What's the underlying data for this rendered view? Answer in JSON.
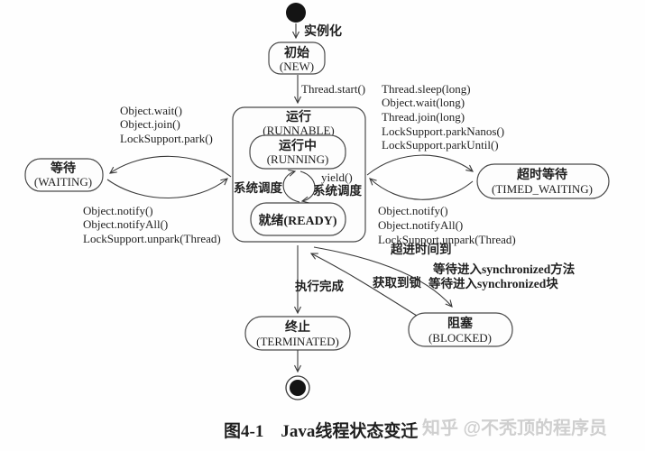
{
  "diagram": {
    "caption": "图4-1　Java线程状态变迁",
    "watermark": "知乎 @不秃顶的程序员",
    "colors": {
      "line": "#3a3a3a",
      "text": "#1f1f1f",
      "node_fill": "#fdfdfd",
      "watermark": "#cfcfcf",
      "background": "#fefefe"
    },
    "nodes": {
      "new": {
        "title": "初始",
        "subtitle": "(NEW)"
      },
      "runnable": {
        "title": "运行",
        "subtitle": "(RUNNABLE)"
      },
      "running": {
        "title": "运行中",
        "subtitle": "(RUNNING)"
      },
      "ready": {
        "title": "就绪(READY)"
      },
      "waiting": {
        "title": "等待",
        "subtitle": "(WAITING)"
      },
      "timed_waiting": {
        "title": "超时等待",
        "subtitle": "(TIMED_WAITING)"
      },
      "terminated": {
        "title": "终止",
        "subtitle": "(TERMINATED)"
      },
      "blocked": {
        "title": "阻塞",
        "subtitle": "(BLOCKED)"
      }
    },
    "labels": {
      "instantiate": "实例化",
      "thread_start": "Thread.start()",
      "schedule_left": "系统调度",
      "yield": "yield()",
      "schedule_right": "系统调度",
      "to_waiting": [
        "Object.wait()",
        "Object.join()",
        "LockSupport.park()"
      ],
      "from_waiting": [
        "Object.notify()",
        "Object.notifyAll()",
        "LockSupport.unpark(Thread)"
      ],
      "to_timed_waiting": [
        "Thread.sleep(long)",
        "Object.wait(long)",
        "Thread.join(long)",
        "LockSupport.parkNanos()",
        "LockSupport.parkUntil()"
      ],
      "from_timed_waiting": [
        "Object.notify()",
        "Object.notifyAll()",
        "LockSupport.unpark(Thread)",
        "超进时间到"
      ],
      "wait_sync_method": "等待进入synchronized方法",
      "wait_sync_block": "等待进入synchronized块",
      "acquire_lock": "获取到锁",
      "execution_done": "执行完成"
    }
  }
}
